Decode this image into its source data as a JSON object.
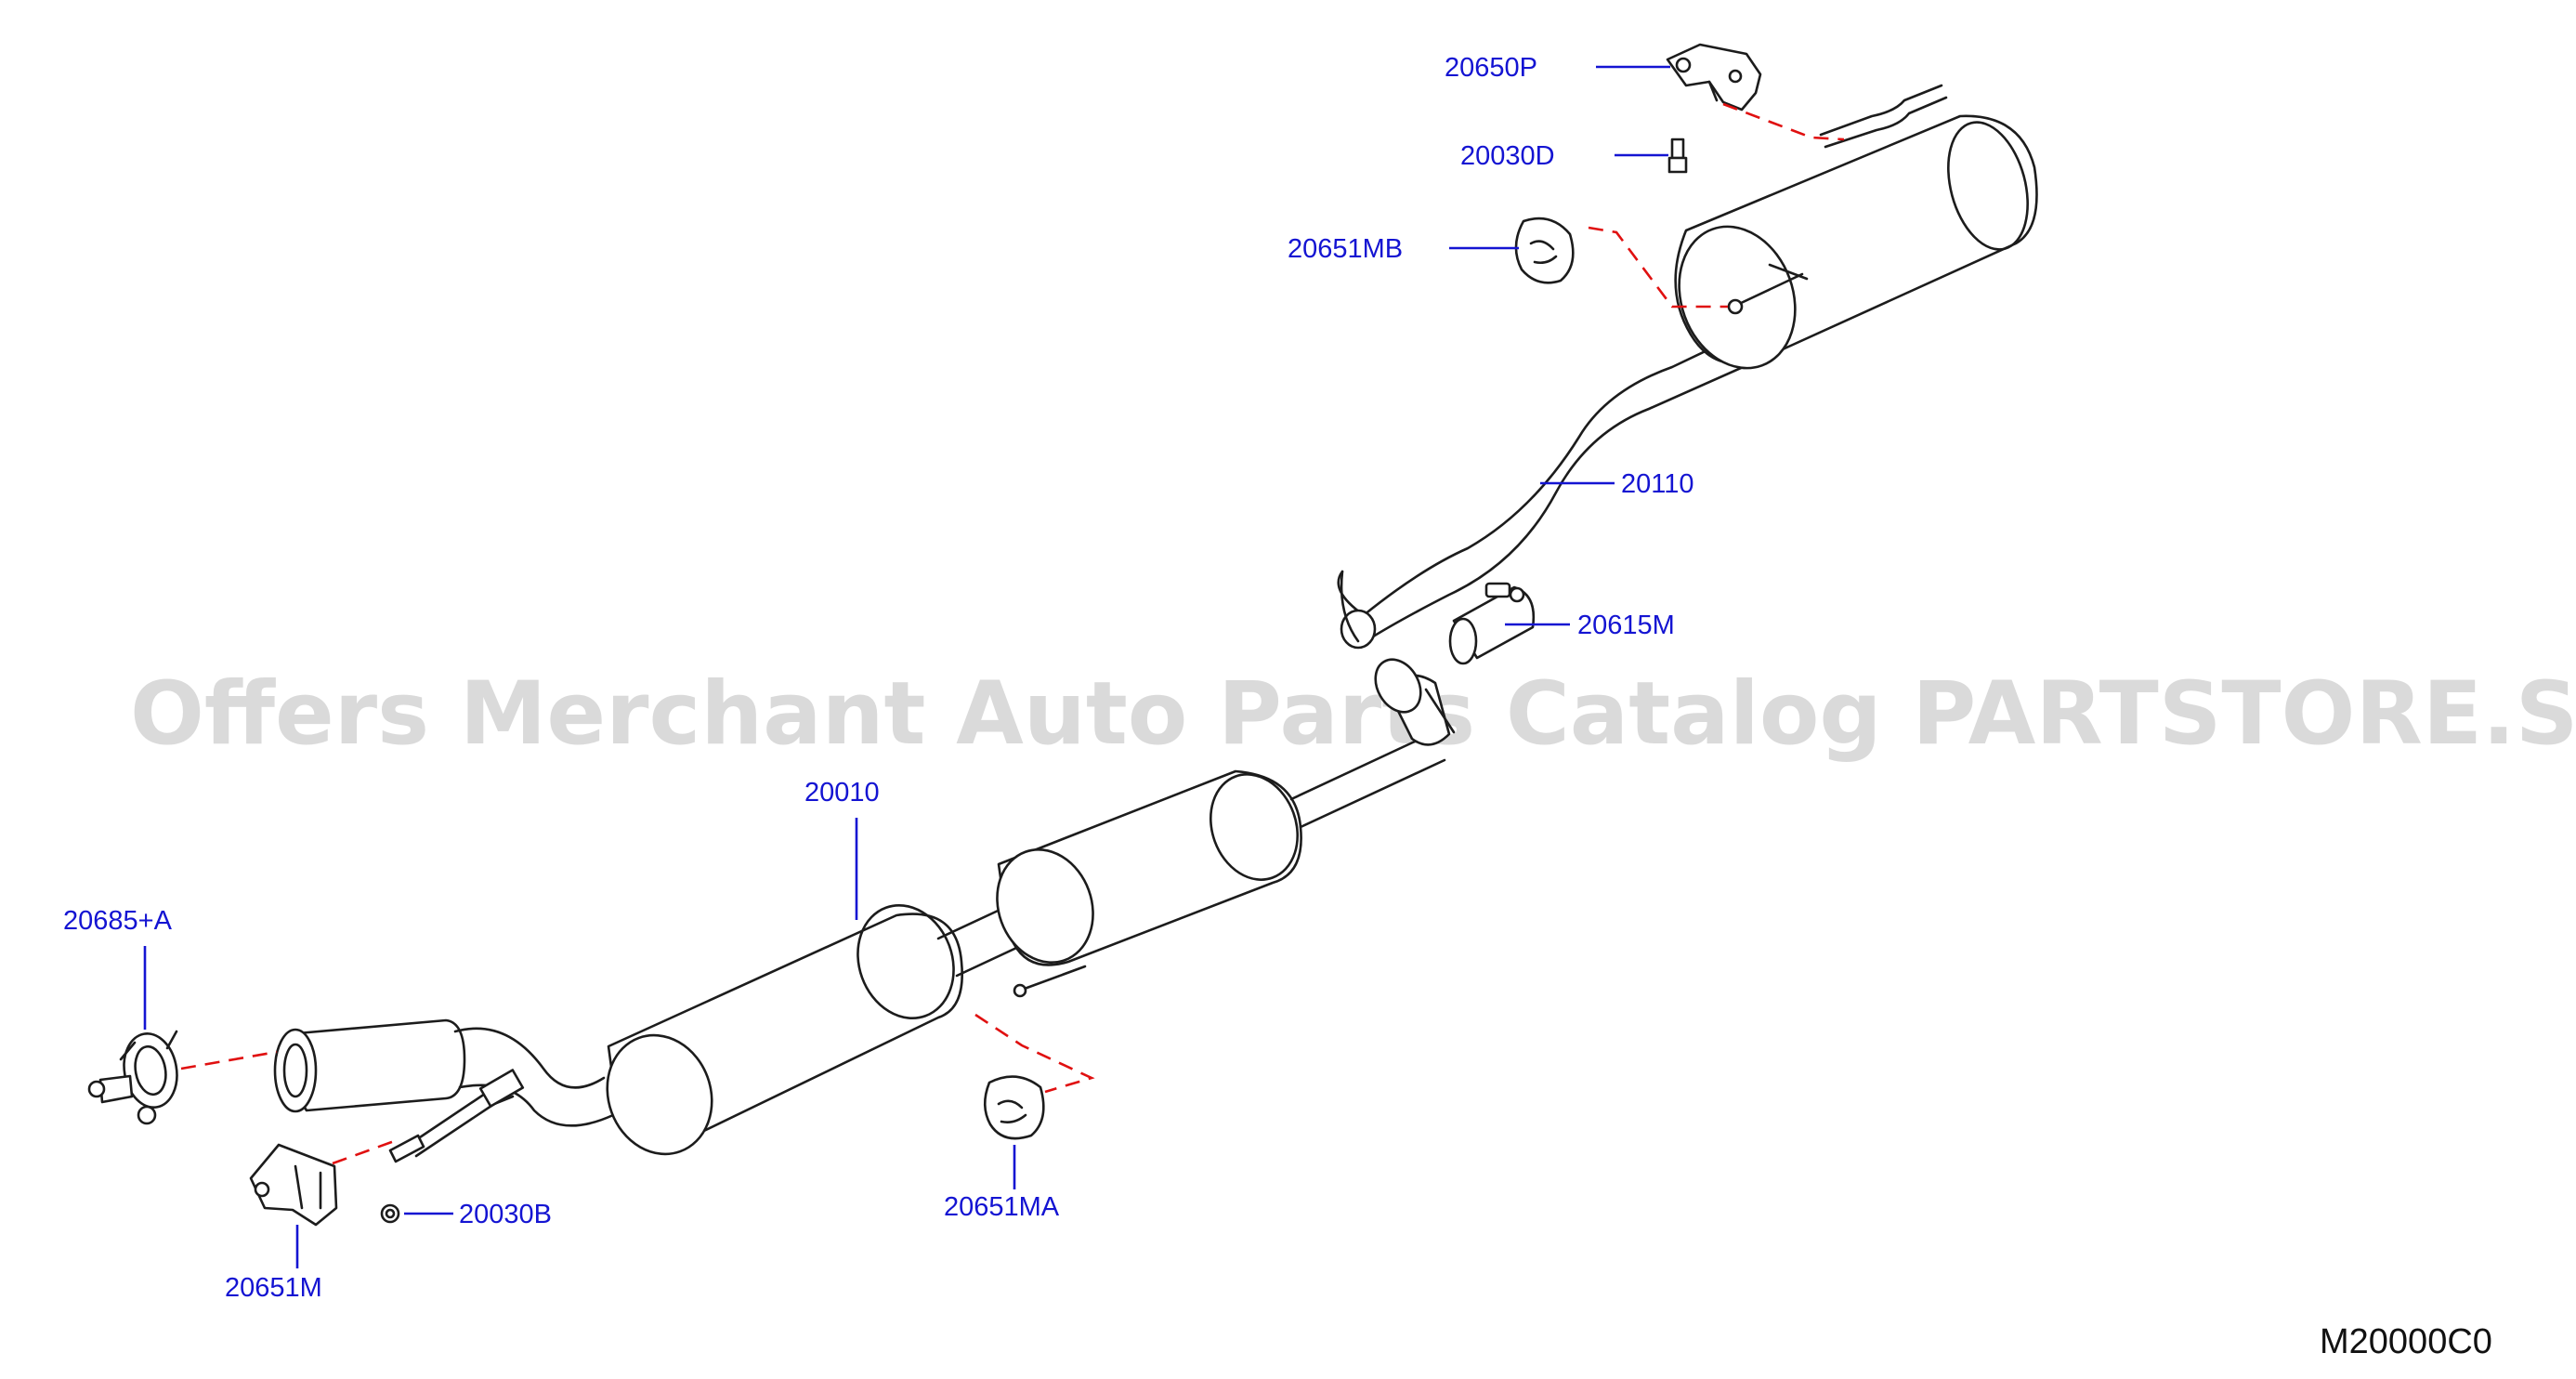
{
  "diagram": {
    "watermark": "Offers Merchant Auto Parts Catalog PARTSTORE.SA",
    "figure_code": "M20000C0",
    "colors": {
      "label": "#1414d2",
      "line": "#1c1c1c",
      "hidden_link": "#e01010"
    },
    "labels": {
      "p20650P": "20650P",
      "p20030D": "20030D",
      "p20651MB": "20651MB",
      "p20110": "20110",
      "p20615M": "20615M",
      "p20010": "20010",
      "p20685A": "20685+A",
      "p20651MA": "20651MA",
      "p20030B": "20030B",
      "p20651M": "20651M"
    }
  }
}
